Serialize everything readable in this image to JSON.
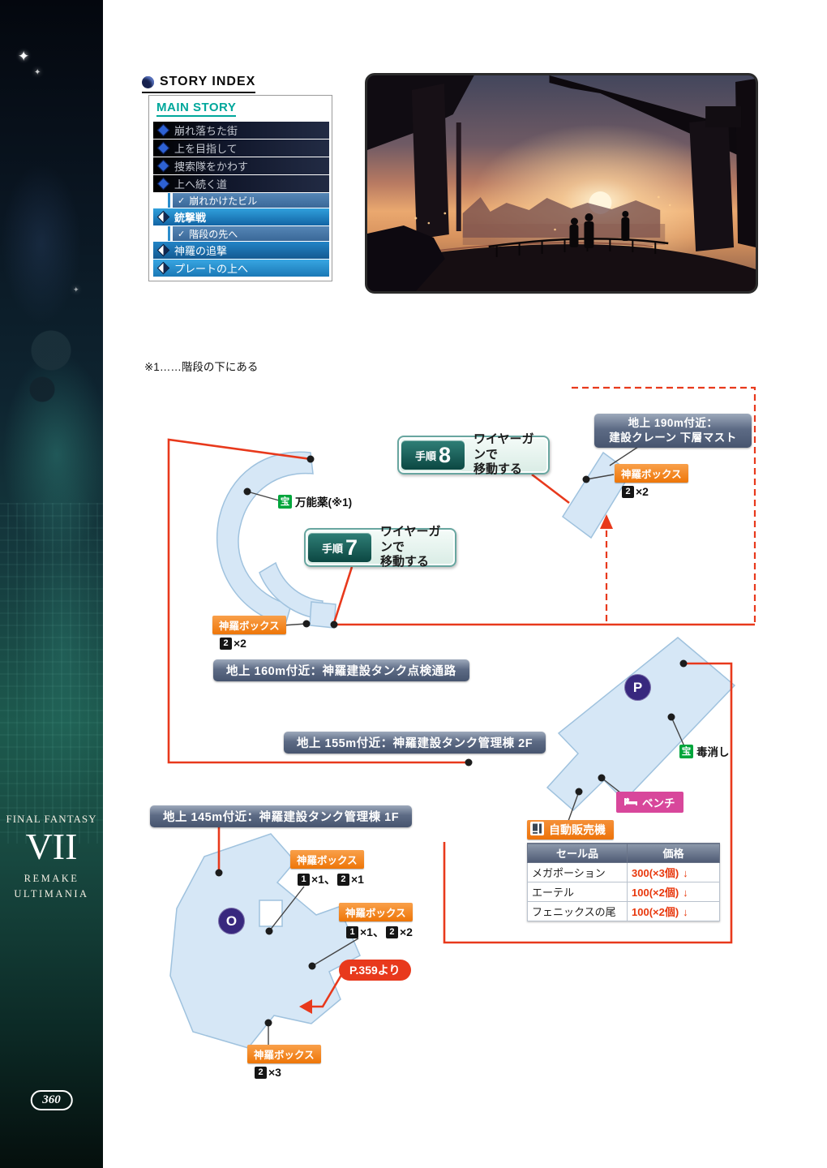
{
  "sidebar": {
    "series": "FINAL FANTASY",
    "numeral": "VII",
    "sub1": "REMAKE",
    "sub2": "ULTIMANIA",
    "page": "360"
  },
  "story_index": {
    "title": "STORY INDEX",
    "section": "MAIN STORY",
    "items": [
      {
        "label": "崩れ落ちた街",
        "type": "dark"
      },
      {
        "label": "上を目指して",
        "type": "dark"
      },
      {
        "label": "捜索隊をかわす",
        "type": "dark"
      },
      {
        "label": "上へ続く道",
        "type": "dark"
      },
      {
        "label": "崩れかけたビル",
        "type": "sub"
      },
      {
        "label": "銃撃戦",
        "type": "current"
      },
      {
        "label": "階段の先へ",
        "type": "sub"
      },
      {
        "label": "神羅の追撃",
        "type": "blue"
      },
      {
        "label": "プレートの上へ",
        "type": "blue-bright"
      }
    ]
  },
  "note": "※1……階段の下にある",
  "map": {
    "steps": [
      {
        "prefix": "手順",
        "number": "8",
        "line1": "ワイヤーガンで",
        "line2": "移動する"
      },
      {
        "prefix": "手順",
        "number": "7",
        "line1": "ワイヤーガンで",
        "line2": "移動する"
      }
    ],
    "area_labels": {
      "l190a": "地上 190m付近：",
      "l190b": "建設クレーン 下層マスト",
      "l160": "地上 160m付近：神羅建設タンク点検通路",
      "l155": "地上 155m付近：神羅建設タンク管理棟 2F",
      "l145": "地上 145m付近：神羅建設タンク管理棟 1F"
    },
    "shinra_title": "神羅ボックス",
    "shinra_boxes": [
      {
        "items": [
          [
            "2",
            "×2"
          ]
        ]
      },
      {
        "items": [
          [
            "2",
            "×2"
          ]
        ]
      },
      {
        "items": [
          [
            "1",
            "×1"
          ],
          [
            "2",
            "×1"
          ]
        ]
      },
      {
        "items": [
          [
            "1",
            "×1"
          ],
          [
            "2",
            "×2"
          ]
        ]
      },
      {
        "items": [
          [
            "2",
            "×3"
          ]
        ]
      }
    ],
    "treasures": [
      {
        "tag": "宝",
        "name": "万能薬(※1)"
      },
      {
        "tag": "宝",
        "name": "毒消し"
      }
    ],
    "bench": "ベンチ",
    "vending": {
      "label": "自動販売機",
      "col_item": "セール品",
      "col_price": "価格",
      "rows": [
        {
          "item": "メガポーション",
          "price": "300(×3個)",
          "arrow": "↓"
        },
        {
          "item": "エーテル",
          "price": "100(×2個)",
          "arrow": "↓"
        },
        {
          "item": "フェニックスの尾",
          "price": "100(×2個)",
          "arrow": "↓"
        }
      ]
    },
    "page_ref": "P.359より",
    "marker_p": "P",
    "marker_o": "O"
  },
  "palette": {
    "route_red": "#e8391c",
    "shinra_orange": "#ee7608",
    "area_slate": "#55617c",
    "treasure_green": "#00a63c",
    "bench_pink": "#d8479b",
    "story_blue": "#1f7fc0",
    "marker_indigo": "#38287e",
    "map_fill": "#d6e7f6"
  }
}
